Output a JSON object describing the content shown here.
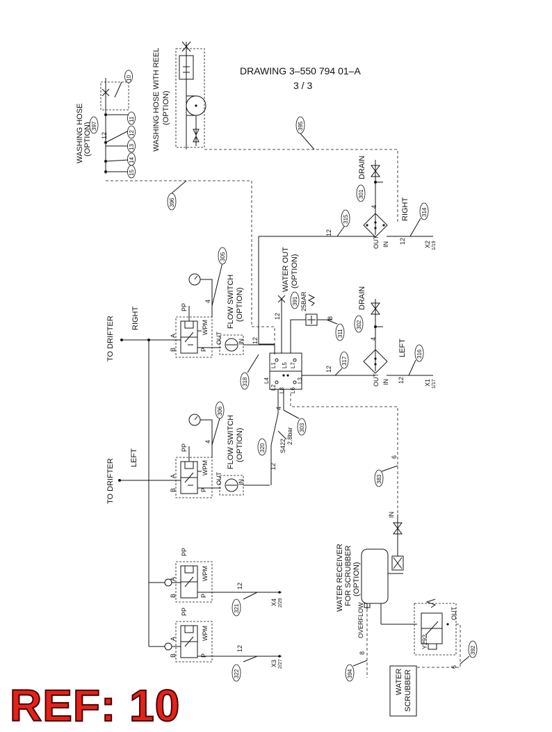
{
  "drawing": {
    "number": "DRAWING  3–550 794 01–A",
    "sheet": "3 / 3"
  },
  "ref_label": "REF: 10",
  "labels": {
    "washing_hose_reel_l1": "WASHING HOSE WITH REEL",
    "washing_hose_reel_l2": "(OPTION)",
    "washing_hose_l1": "WASHING HOSE",
    "washing_hose_l2": "(OPTION)",
    "to_drifter_right": "TO DRIFTER",
    "to_drifter_left": "TO DRIFTER",
    "right_1": "RIGHT",
    "left_1": "LEFT",
    "right_2": "RIGHT",
    "left_2": "LEFT",
    "flow_switch_1_l1": "FLOW SWITCH",
    "flow_switch_1_l2": "(OPTION)",
    "flow_switch_2_l1": "FLOW SWITCH",
    "flow_switch_2_l2": "(OPTION)",
    "water_out_l1": "WATER OUT",
    "water_out_l2": "(OPTION)",
    "drain_1": "DRAIN",
    "drain_2": "DRAIN",
    "bar_25": "25BAR",
    "s422": "S422",
    "bar_28": "2.8bar",
    "water_receiver_l1": "WATER RECEIVER",
    "water_receiver_l2": "FOR SCRUBBER",
    "water_receiver_l3": "(OPTION)",
    "overflow": "OVERFLOW",
    "out_y292": "OUT",
    "y292": "Y292",
    "in_receiver": "IN",
    "water_scrubber_l1": "WATER",
    "water_scrubber_l2": "SCRUBBER",
    "x1": "X1",
    "x1_sub": "1/17",
    "x2": "X2",
    "x2_sub": "1/19",
    "x3": "X3",
    "x3_sub": "2/27",
    "x4": "X4",
    "x4_sub": "2/29",
    "out_a": "OUT",
    "in_a": "IN",
    "out_b": "OUT",
    "in_b": "IN",
    "out_c": "OUT",
    "in_c": "IN",
    "out_d": "OUT",
    "in_d": "IN",
    "valve": {
      "a": "A",
      "b": "B",
      "p": "P",
      "pp": "PP",
      "wpm": "WPM"
    },
    "manifold": {
      "l1": "L1",
      "l2": "L2",
      "l3": "L3",
      "l4": "L4",
      "l5": "L5",
      "l6": "L6",
      "l7": "L7",
      "l8": "L8"
    }
  },
  "circles": [
    "10",
    "11",
    "12",
    "13",
    "14",
    "15",
    "397",
    "395",
    "396",
    "301",
    "314",
    "315",
    "305",
    "391",
    "302",
    "311",
    "316",
    "317",
    "318",
    "306",
    "303",
    "320",
    "383",
    "321",
    "322",
    "392",
    "394"
  ],
  "line_sizes": {
    "n12a": "12",
    "n12b": "12",
    "n12c": "12",
    "n12d": "12",
    "n12e": "12",
    "n12f": "12",
    "n12g": "12",
    "n12h": "12",
    "n12i": "12",
    "n4a": "4",
    "n4b": "4",
    "n4c": "4",
    "n4d": "4",
    "n4e": "4",
    "n8a": "8",
    "n8b": "8",
    "n6a": "6",
    "n6b": "6"
  }
}
